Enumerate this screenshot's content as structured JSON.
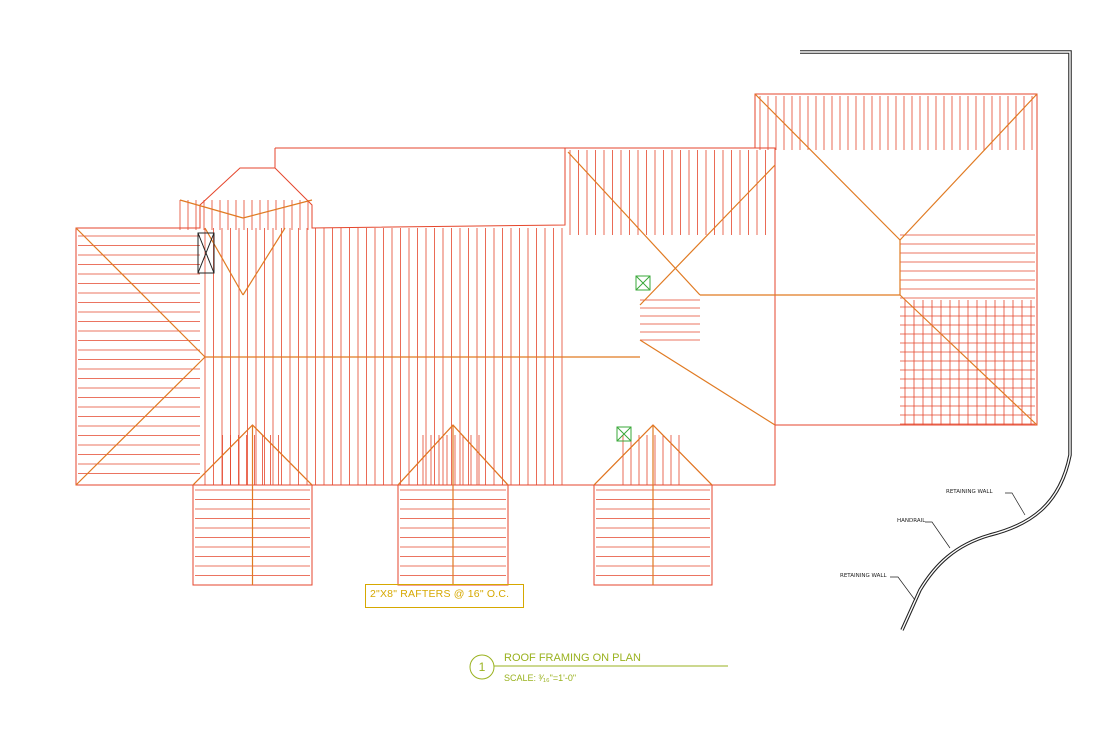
{
  "drawing": {
    "rafter_note": "2\"X8\" RAFTERS @ 16\" O.C.",
    "detail_number": "1",
    "title": "ROOF FRAMING ON PLAN",
    "scale": "SCALE: ³⁄₁₆\"=1'-0\"",
    "labels": {
      "retaining_wall_upper": "RETAINING WALL",
      "handrail": "HANDRAIL",
      "retaining_wall_lower": "RETAINING WALL"
    }
  },
  "colors": {
    "rafter": "#e5462c",
    "ridge": "#e07a22",
    "annotation": "#d6a800",
    "title": "#9ab21f",
    "skylight": "#3aa83a",
    "wall": "#222222"
  }
}
